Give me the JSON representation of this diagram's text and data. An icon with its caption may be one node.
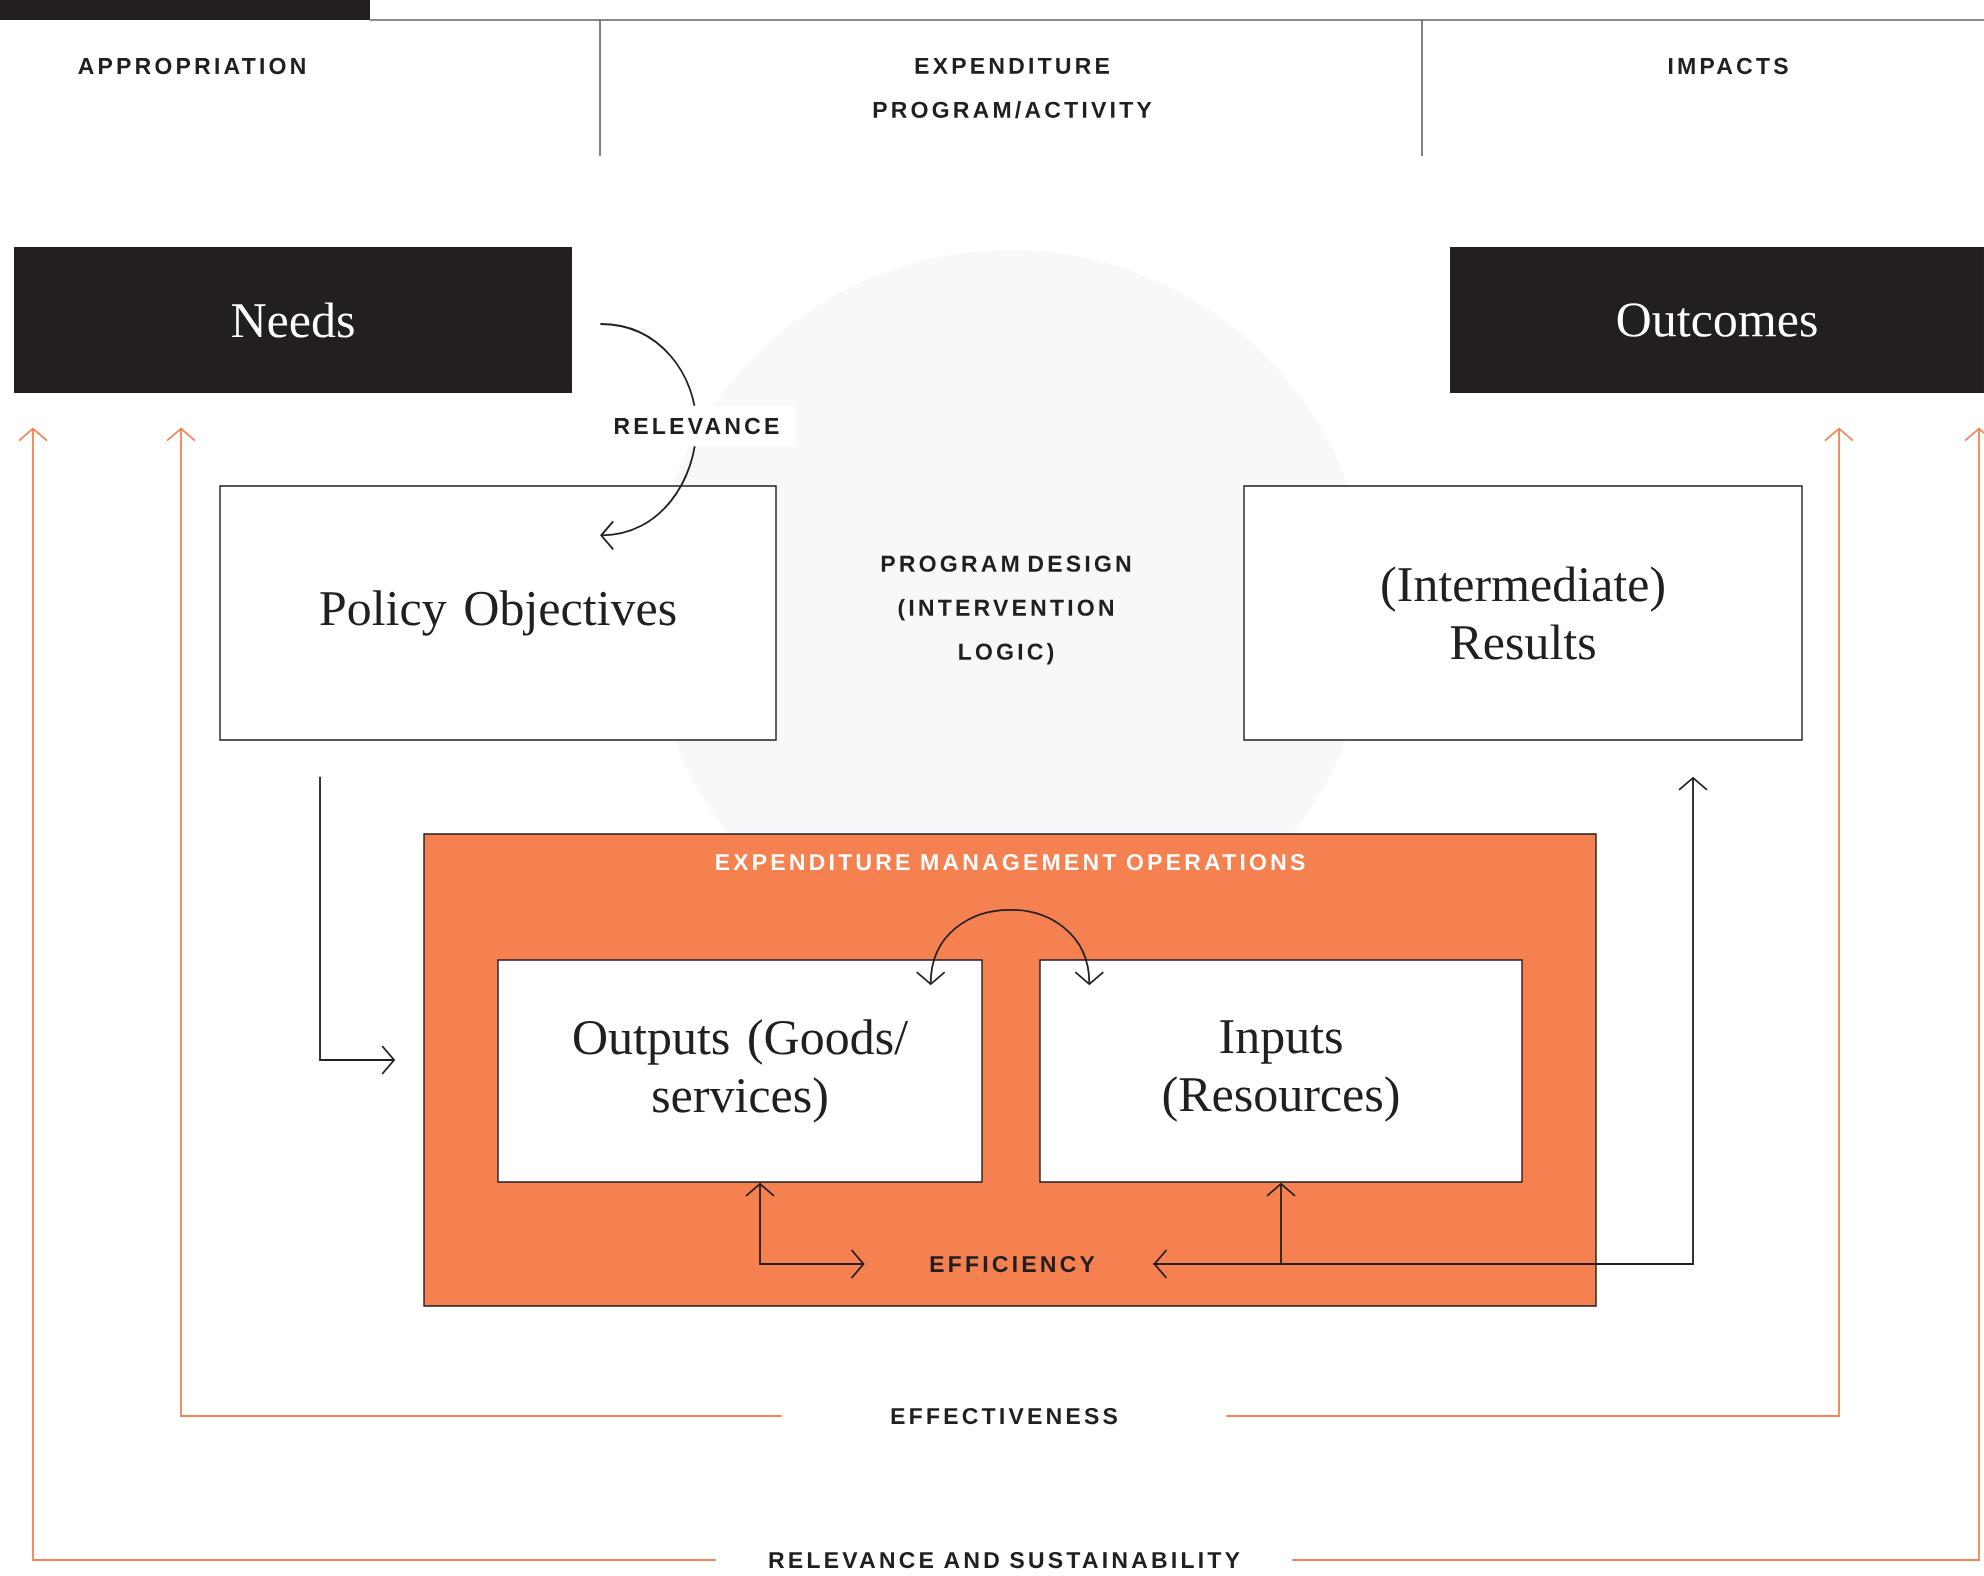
{
  "diagram": {
    "nodes": [
      {
        "text": [
          "Needs"
        ]
      },
      {
        "text": [
          "Outcomes"
        ]
      },
      {
        "text": [
          "Policy Objectives"
        ]
      },
      {
        "text": [
          "(Intermediate) Results"
        ]
      },
      {
        "text": [
          "EXPENDITURE MANAGEMENT OPERATIONS"
        ]
      },
      {
        "text": [
          "Outputs (Goods/ services)"
        ],
        "in": 4
      },
      {
        "text": [
          "Inputs (Resources)"
        ],
        "in": 4
      },
      {
        "text": [
          "EFFICIENCY"
        ],
        "in": 4
      },
      {
        "text": [
          "EFFECTIVENESS"
        ]
      },
      {
        "text": [
          "RELEVANCE AND SUSTAINABILITY"
        ]
      }
    ],
    "edges": [
      {
        "from": 0,
        "to": 2,
        "arrow": "to",
        "label": "RELEVANCE"
      },
      {
        "from": 2,
        "to": 4,
        "arrow": "to"
      },
      {
        "from": 5,
        "to": 6,
        "arrow": "both"
      },
      {
        "from": 5,
        "to": 7,
        "arrow": "both"
      },
      {
        "from": 7,
        "to": 6,
        "arrow": "both"
      },
      {
        "from": 7,
        "to": 3,
        "arrow": "to"
      },
      {
        "from": 8,
        "to": 0,
        "arrow": "to",
        "color": "#f58150"
      },
      {
        "from": 8,
        "to": 1,
        "arrow": "to",
        "color": "#f58150"
      },
      {
        "from": 9,
        "to": 0,
        "arrow": "to",
        "color": "#f58150"
      },
      {
        "from": 9,
        "to": 1,
        "arrow": "to",
        "color": "#f58150"
      }
    ],
    "labels": [
      "APPROPRIATION",
      "EXPENDITURE PROGRAM/ACTIVITY",
      "IMPACTS",
      "PROGRAM DESIGN (INTERVENTION LOGIC)"
    ]
  }
}
